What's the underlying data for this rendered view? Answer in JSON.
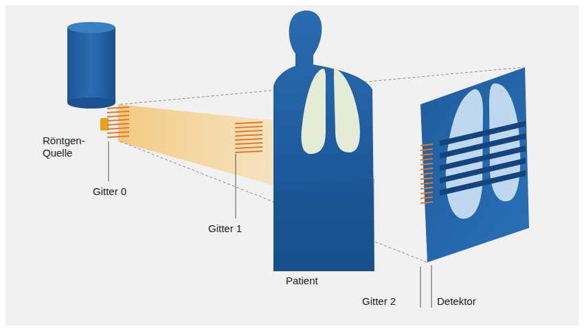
{
  "diagram": {
    "labels": [
      "Röntgen- Quelle",
      "Gitter 0",
      "Gitter 1",
      "Patient",
      "Gitter 2",
      "Detektor"
    ]
  }
}
